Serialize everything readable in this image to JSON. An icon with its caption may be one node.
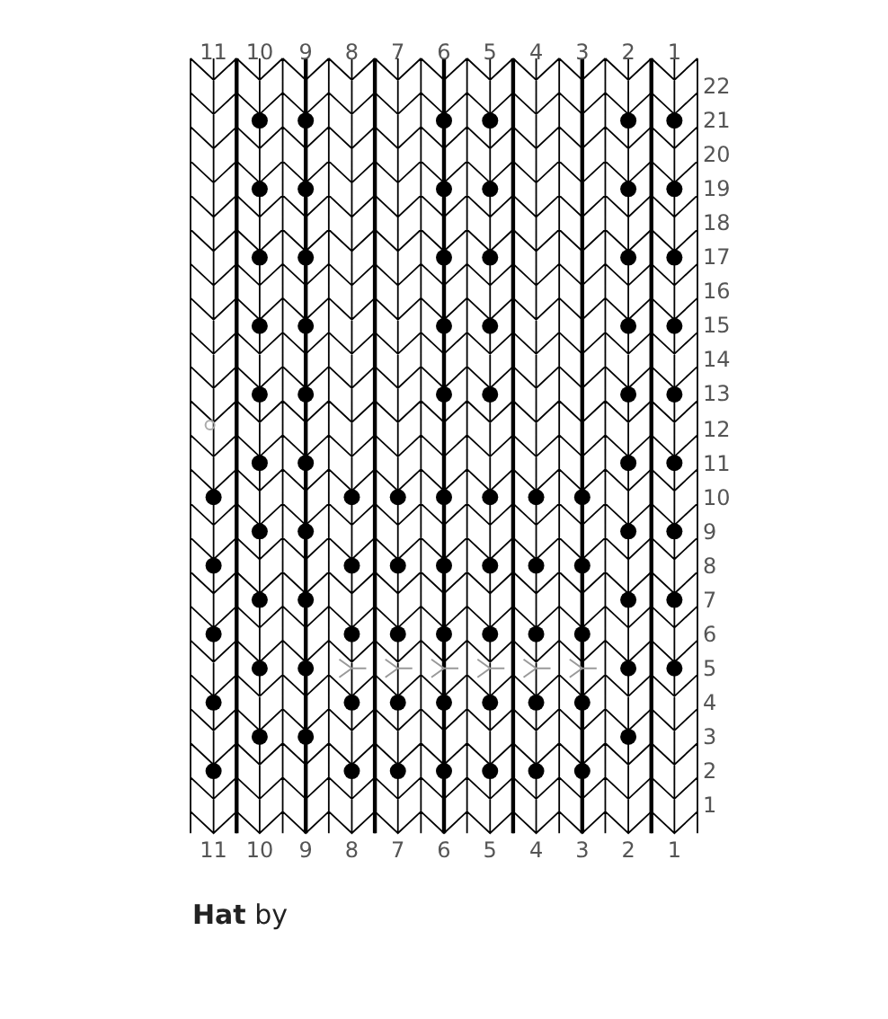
{
  "diagram": {
    "title": "**Hat** by",
    "labels": [
      "11",
      "10",
      "9",
      "8",
      "7",
      "6",
      "5",
      "4",
      "3",
      "2",
      "1",
      "22",
      "21",
      "20",
      "19",
      "18",
      "17",
      "16",
      "15",
      "14",
      "13",
      "12",
      "11",
      "10",
      "9",
      "8",
      "7",
      "6",
      "5",
      "4",
      "3",
      "2",
      "1",
      "11",
      "10",
      "9",
      "8",
      "7",
      "6",
      "5",
      "4",
      "3",
      "2",
      "1"
    ]
  }
}
